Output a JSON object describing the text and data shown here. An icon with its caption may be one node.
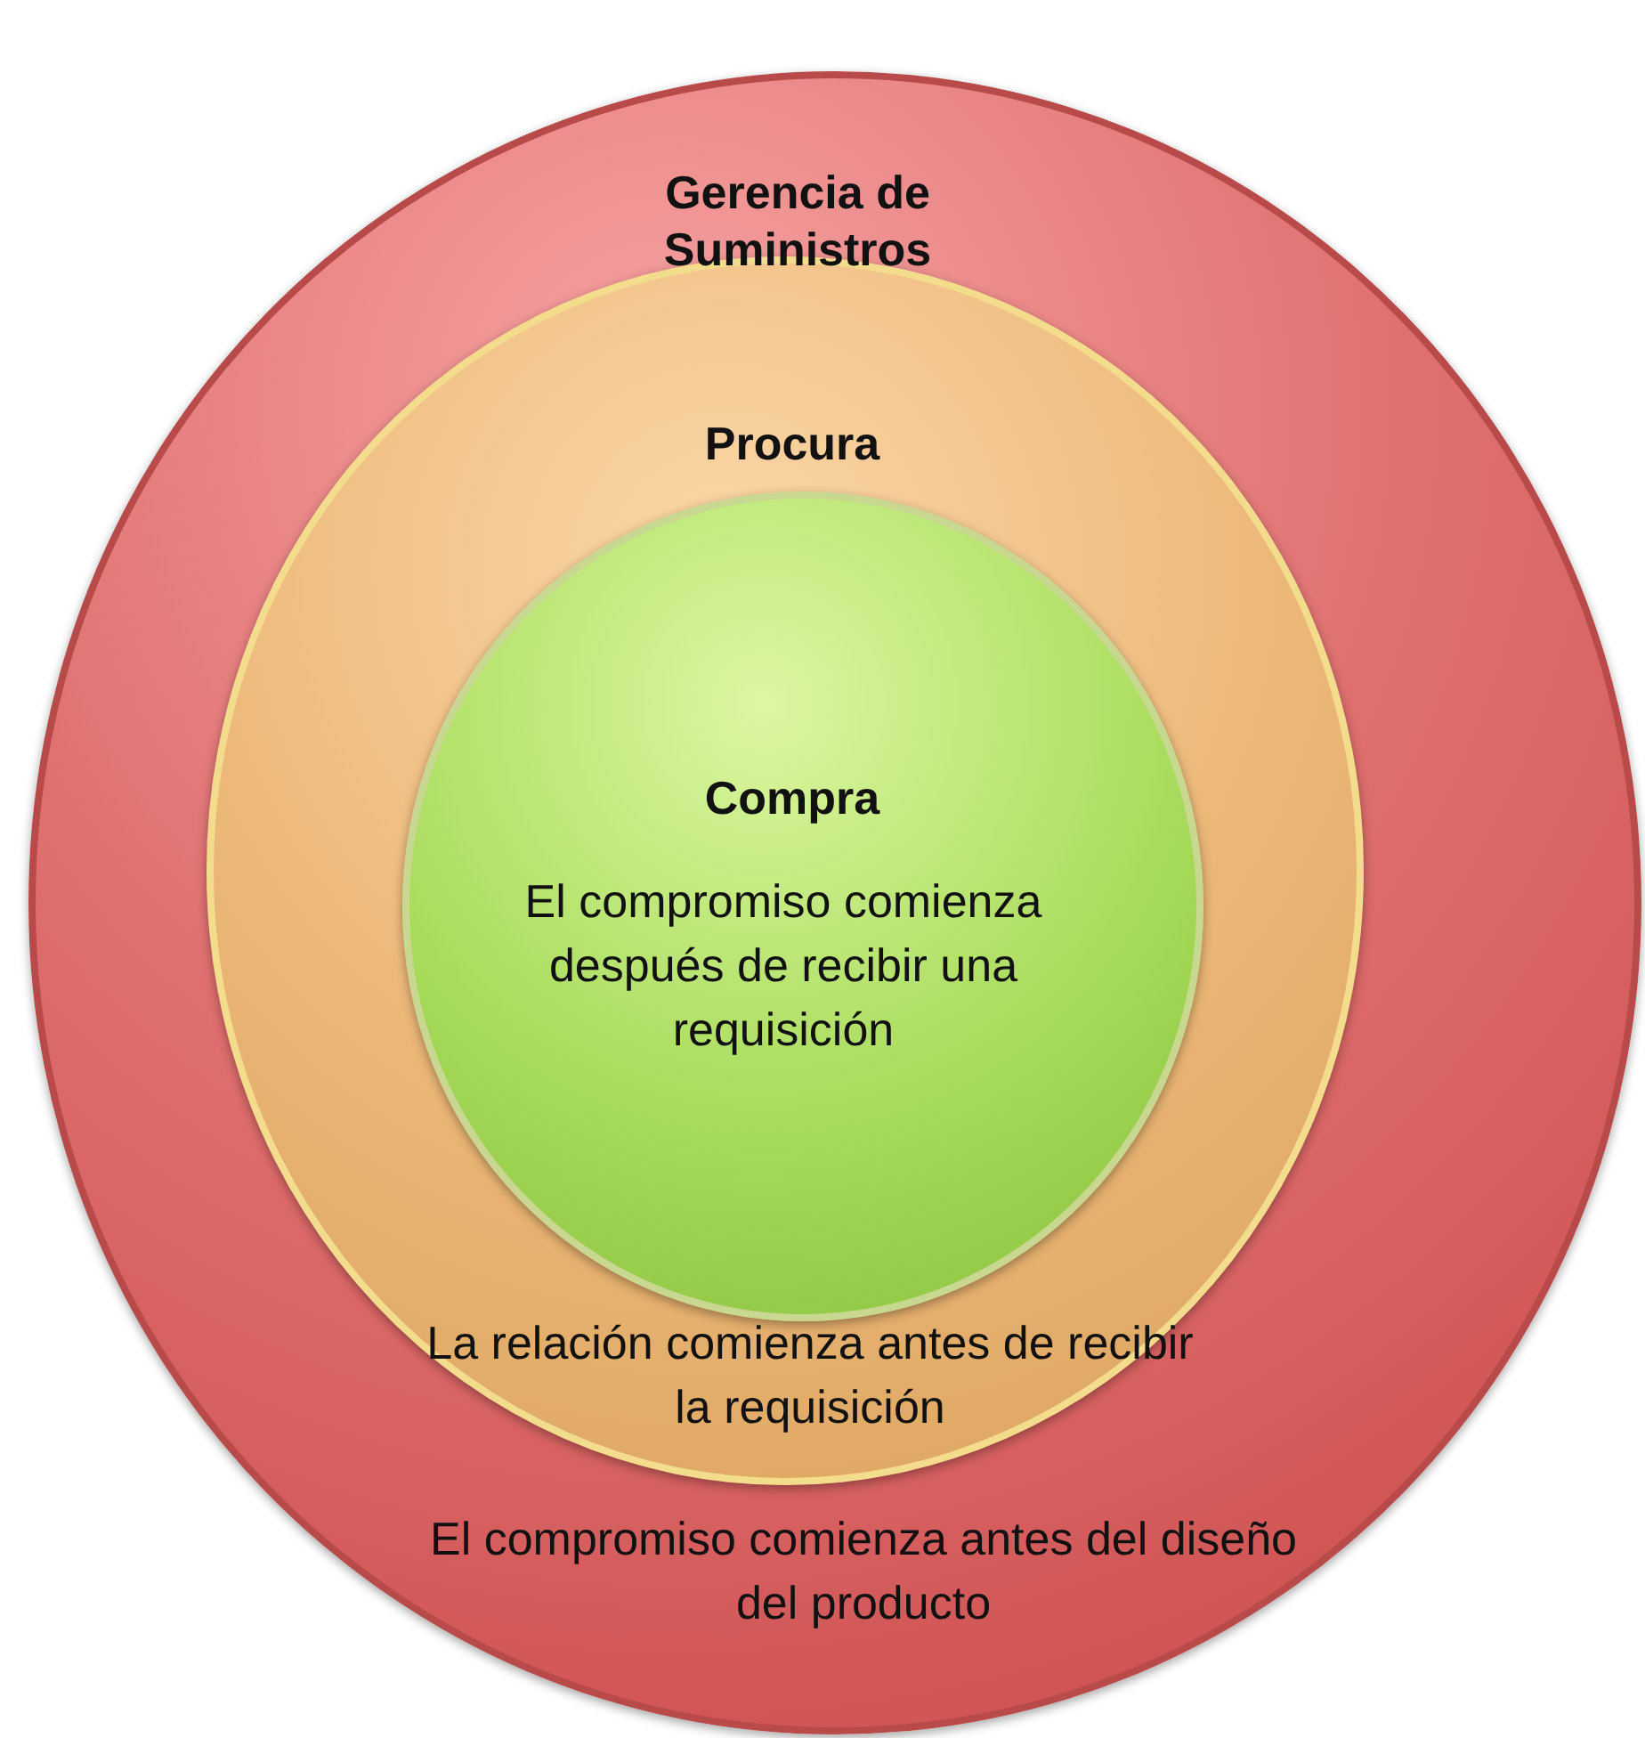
{
  "diagram": {
    "nodes": [
      {
        "text": [
          "Gerencia de Suministros",
          "El compromiso comienza antes del diseño del producto"
        ]
      },
      {
        "text": [
          "Procura",
          "La relación comienza antes de recibir la requisición"
        ],
        "in": 0
      },
      {
        "text": [
          "Compra",
          "El compromiso comienza después de recibir una requisición"
        ],
        "in": 1
      }
    ]
  }
}
